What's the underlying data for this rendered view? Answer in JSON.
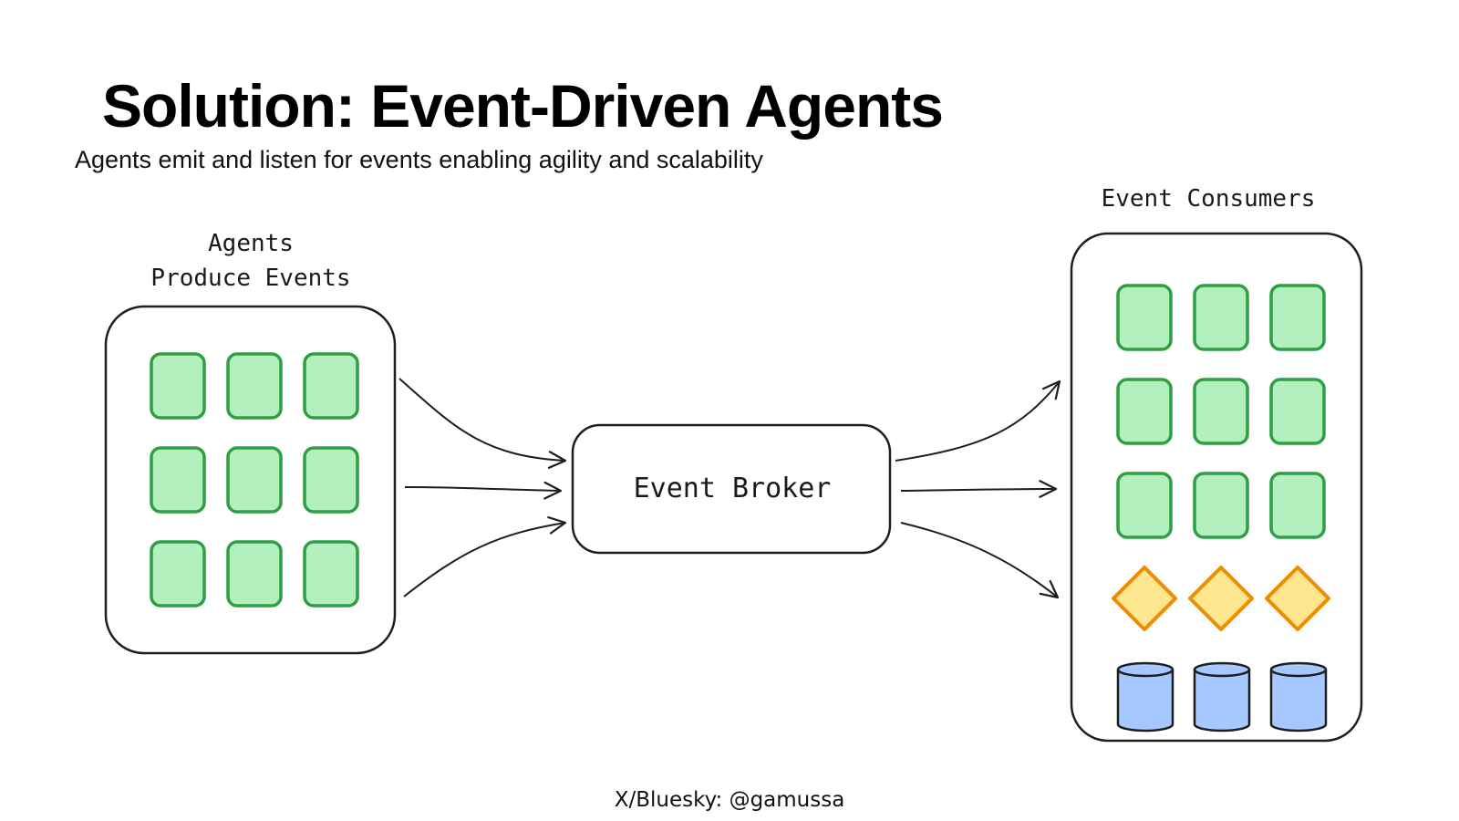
{
  "slide": {
    "title": "Solution: Event-Driven Agents",
    "subtitle": "Agents emit and listen for events enabling agility and scalability",
    "footer": "X/Bluesky: @gamussa"
  },
  "producers": {
    "label_line1": "Agents",
    "label_line2": "Produce Events",
    "agent_count": 9
  },
  "broker": {
    "label": "Event Broker"
  },
  "consumers": {
    "label": "Event Consumers",
    "agent_count": 9,
    "diamond_count": 3,
    "database_count": 3
  },
  "colors": {
    "agent_fill": "#b2f0bd",
    "agent_stroke": "#2f9e44",
    "diamond_fill": "#ffe78f",
    "diamond_stroke": "#f08c00",
    "db_fill": "#a5c8ff",
    "db_stroke": "#1e1e1e",
    "line": "#1e1e1e"
  }
}
